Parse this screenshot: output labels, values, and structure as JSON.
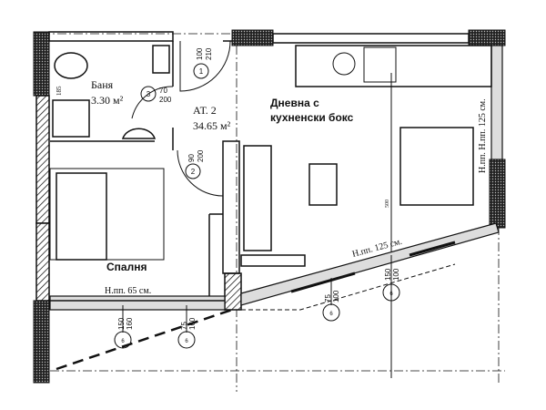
{
  "rooms": {
    "bathroom": {
      "name": "Баня",
      "area": "3.30 м²",
      "dim": "185"
    },
    "apartment": {
      "name": "АТ. 2",
      "area": "34.65 м²"
    },
    "living": {
      "line1": "Дневна с",
      "line2": "кухненски бокс",
      "dim": "500"
    },
    "bedroom": {
      "name": "Спалня"
    }
  },
  "sill_notes": {
    "bedroom": "Н.пп. 65 см.",
    "living_diagonal": "Н.пп. 125 см.",
    "living_right": "Н.пп. Н.пп. 125 см."
  },
  "doors": [
    {
      "tag": "1",
      "w": "100",
      "h": "210"
    },
    {
      "tag": "3",
      "w": "70",
      "h": "200"
    },
    {
      "tag": "2",
      "w": "90",
      "h": "200"
    }
  ],
  "windows": [
    {
      "tag": "6",
      "w": "150",
      "h": "160"
    },
    {
      "tag": "6",
      "w": "75",
      "h": "160"
    },
    {
      "tag": "6",
      "w": "75",
      "h": "100"
    },
    {
      "tag": "6",
      "w": "150",
      "h": "100"
    }
  ]
}
